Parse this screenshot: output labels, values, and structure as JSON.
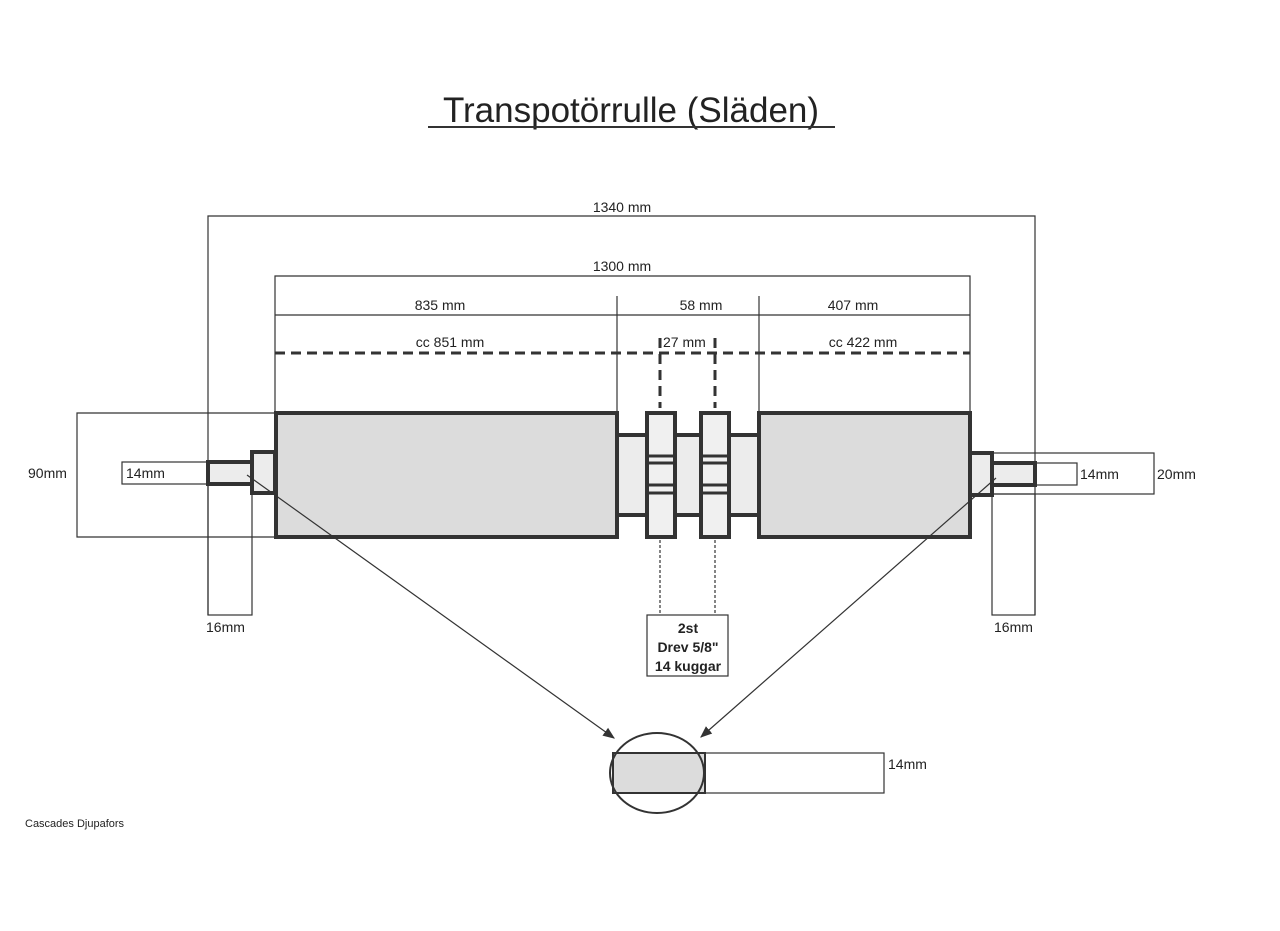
{
  "title": "Transpotörrulle (Släden)",
  "dimensions": {
    "overall": "1340 mm",
    "roll_total": "1300 mm",
    "left_roll": "835 mm",
    "middle": "58 mm",
    "right_roll": "407 mm",
    "cc_left": "cc 851 mm",
    "cc_gears": "27 mm",
    "cc_right": "cc 422 mm",
    "diameter": "90mm",
    "left_shaft": "14mm",
    "left_shaft_length": "16mm",
    "right_shaft": "14mm",
    "right_step": "20mm",
    "right_shaft_length": "16mm",
    "detail_shaft": "14mm"
  },
  "gear_note": {
    "line1": "2st",
    "line2": "Drev 5/8\"",
    "line3": "14 kuggar"
  },
  "footer": "Cascades Djupafors",
  "colors": {
    "roll_fill": "#dcdcdc",
    "shaft_fill": "#ececec",
    "line": "#333333"
  }
}
